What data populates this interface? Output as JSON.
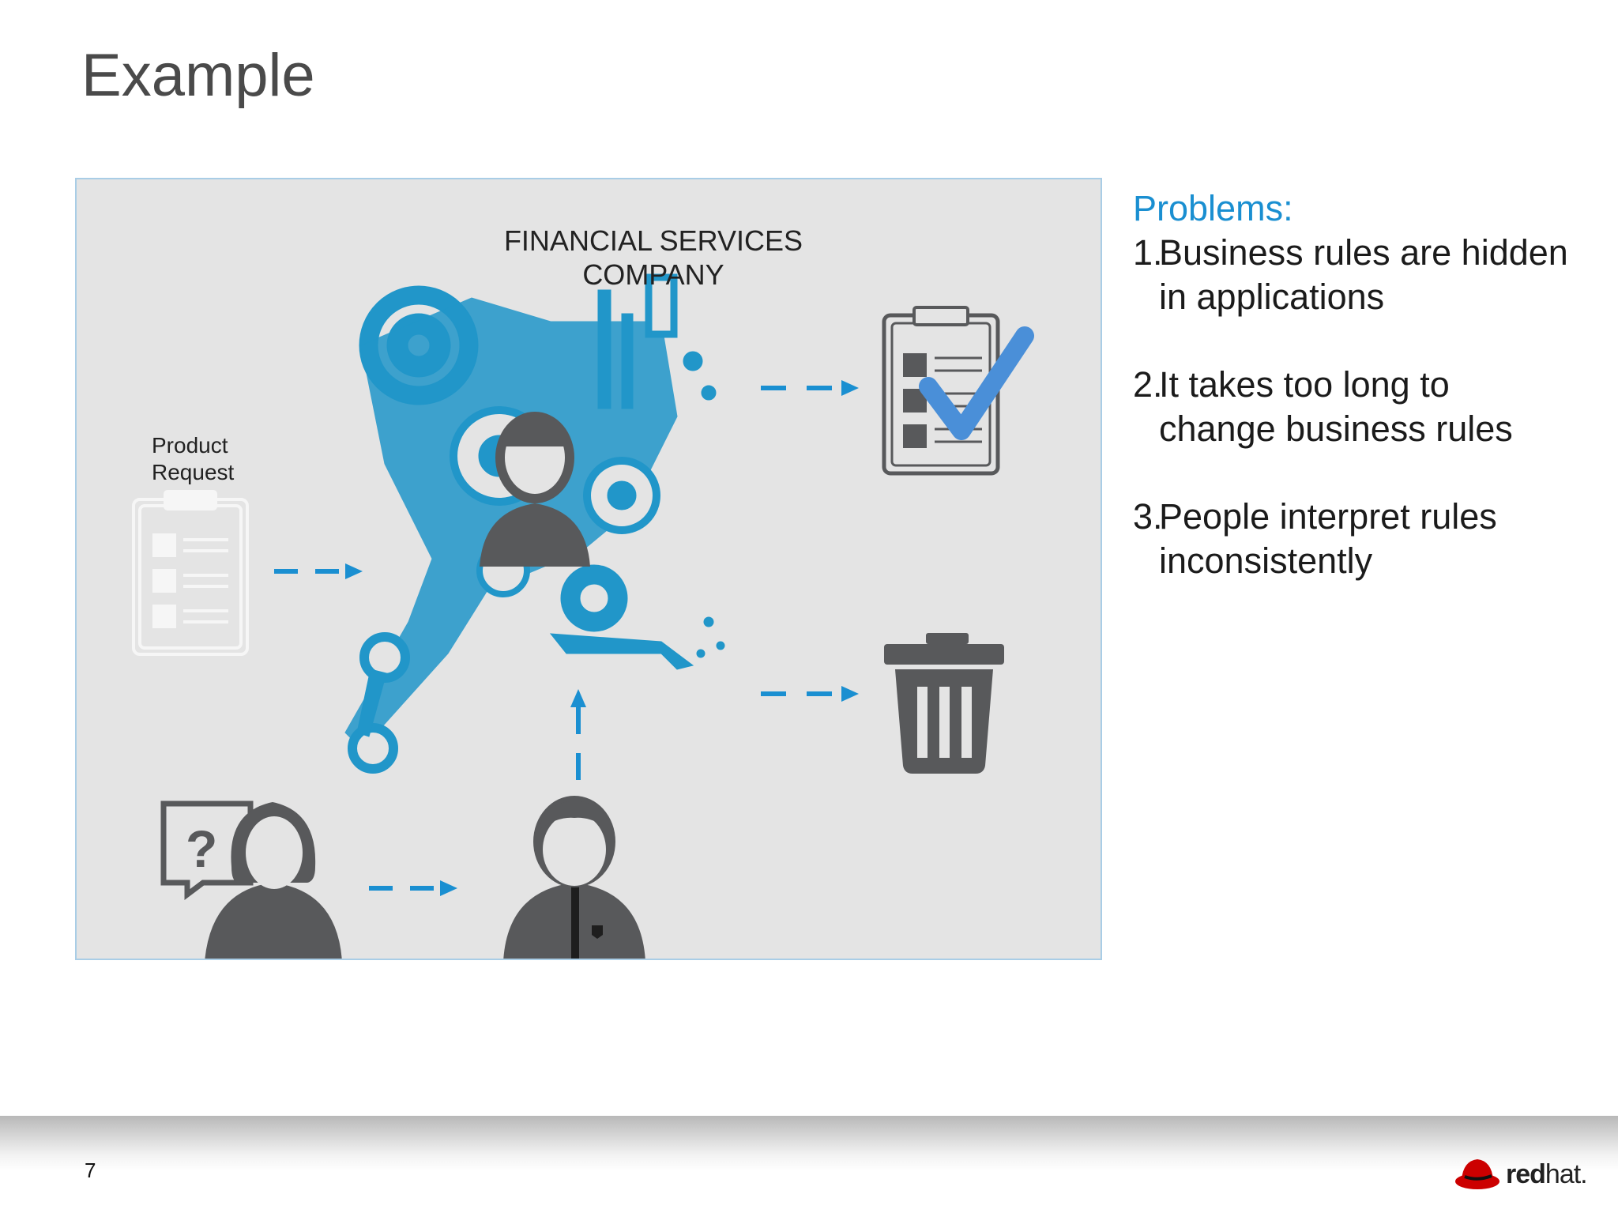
{
  "slide": {
    "title": "Example",
    "page_number": "7"
  },
  "diagram": {
    "company_label_line1": "FINANCIAL SERVICES",
    "company_label_line2": "COMPANY",
    "request_label_line1": "Product",
    "request_label_line2": "Request",
    "arrow_color": "#1a8fd1",
    "machine_color": "#2196c9",
    "icon_color": "#58595b"
  },
  "problems": {
    "heading": "Problems:",
    "items": [
      {
        "num": "1.",
        "line1": "Business rules are hidden",
        "line2": "in applications"
      },
      {
        "num": "2.",
        "line1": "It takes too long to",
        "line2": "change business rules"
      },
      {
        "num": "3.",
        "line1": "People interpret rules",
        "line2": "inconsistently"
      }
    ]
  },
  "logo": {
    "brand_bold": "red",
    "brand_light": "hat."
  }
}
